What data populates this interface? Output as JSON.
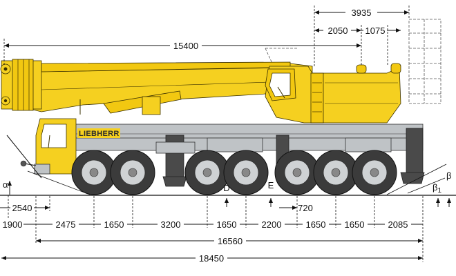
{
  "brand": "LIEBHERR",
  "colors": {
    "crane_yellow": "#f5d020",
    "chassis_grey": "#bfc3c6",
    "tyre": "#3b3b3b"
  },
  "dimensions": {
    "top_overall": "3935",
    "top_left": "2050",
    "top_right": "1075",
    "boom_length": "15400",
    "front_overhang": "2540",
    "axle_spacings": [
      "1900",
      "2475",
      "1650",
      "3200",
      "1650",
      "2200",
      "1650",
      "1650",
      "2085"
    ],
    "e_offset": "720",
    "wheelbase_total": "16560",
    "overall_length": "18450"
  },
  "axle_labels": {
    "d": "D",
    "e": "E"
  },
  "angle_labels": {
    "front": "α",
    "rear": "β",
    "rear_sub_base": "β",
    "rear_sub_index": "1"
  }
}
